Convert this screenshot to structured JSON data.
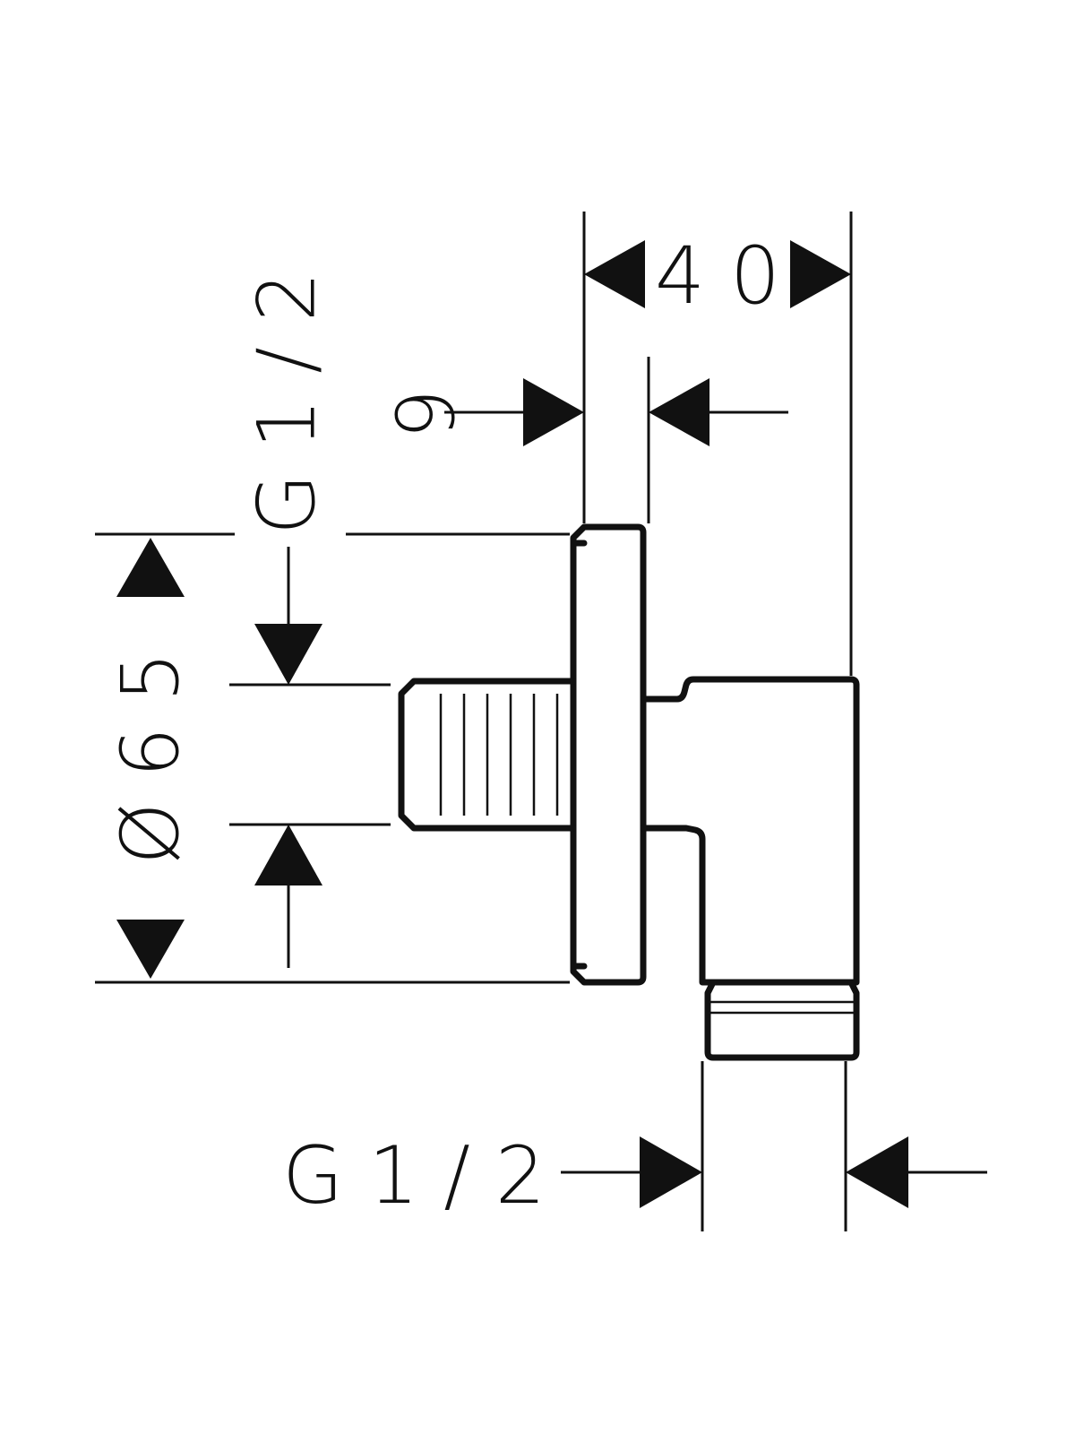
{
  "colors": {
    "line": "#111111",
    "background": "#ffffff"
  },
  "dimensions": {
    "overall_depth": "4 0",
    "plate_thickness": "9",
    "inlet_thread_side": "G 1 / 2",
    "plate_diameter": "Ø 6 5",
    "outlet_thread_bottom": "G 1 / 2"
  }
}
